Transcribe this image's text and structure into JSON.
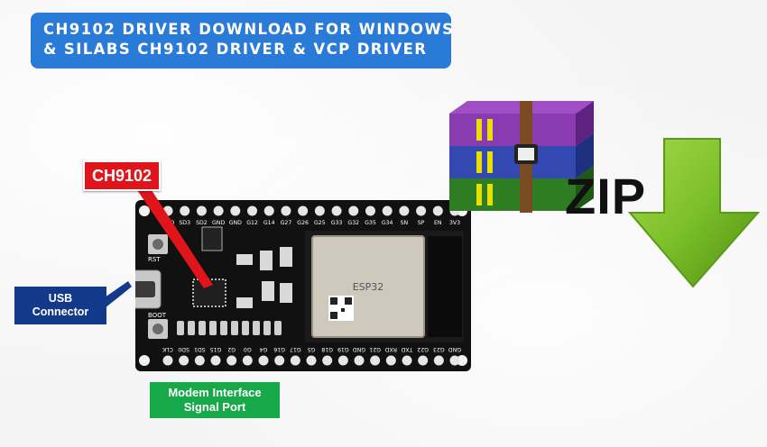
{
  "title": {
    "line1": "CH9102 DRIVER DOWNLOAD FOR WINDOWS",
    "line2": "& SILABS CH9102 DRIVER & VCP DRIVER"
  },
  "callouts": {
    "ch9102": "CH9102",
    "usb_line1": "USB",
    "usb_line2": "Connector",
    "modem_line1": "Modem Interface",
    "modem_line2": "Signal Port"
  },
  "board": {
    "top_pins": [
      "CMD",
      "SD3",
      "SD2",
      "GND",
      "GND",
      "G12",
      "G14",
      "G27",
      "G26",
      "G25",
      "G33",
      "G32",
      "G35",
      "G34",
      "SN",
      "SP",
      "EN",
      "3V3"
    ],
    "bottom_pins": [
      "CLK",
      "SD0",
      "SD1",
      "G15",
      "G2",
      "G0",
      "G4",
      "G16",
      "G17",
      "G5",
      "G18",
      "G19",
      "GND",
      "G21",
      "RXD",
      "TXD",
      "G22",
      "G23",
      "GND"
    ],
    "rst_label": "RST",
    "boot_label": "BOOT",
    "module_label": "ESP32"
  },
  "zip": {
    "text": "ZIP",
    "icon": "winrar-archive-icon"
  },
  "download": {
    "icon": "download-arrow-icon"
  },
  "colors": {
    "title_bg": "#2a7ad8",
    "ch9102_bg": "#e0141b",
    "usb_bg": "#133a8a",
    "modem_bg": "#17a84a",
    "arrow_green": "#7cc02a",
    "board": "#111111"
  }
}
